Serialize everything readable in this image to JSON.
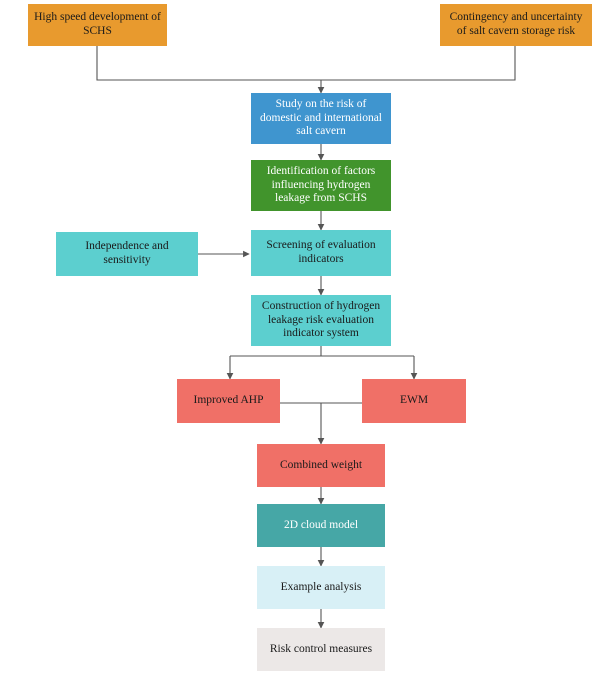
{
  "nodes": {
    "high_speed": "High speed development of SCHS",
    "contingency": "Contingency and uncertainty of salt cavern storage risk",
    "study": "Study on the risk of domestic and international salt cavern",
    "identification": "Identification of factors influencing hydrogen leakage from SCHS",
    "independence": "Independence and sensitivity",
    "screening": "Screening of evaluation indicators",
    "construction": "Construction of hydrogen leakage risk evaluation indicator system",
    "ahp": "Improved AHP",
    "ewm": "EWM",
    "combined": "Combined weight",
    "cloud": "2D cloud model",
    "example": "Example analysis",
    "risk": "Risk control measures"
  },
  "colors": {
    "orange": "#e89a2e",
    "blue": "#3f95cf",
    "green": "#41942c",
    "cyan": "#5ccfcf",
    "salmon": "#f07067",
    "teal": "#46a7a6",
    "pale": "#d8f0f6",
    "grey": "#ece8e7",
    "line": "#555555"
  }
}
